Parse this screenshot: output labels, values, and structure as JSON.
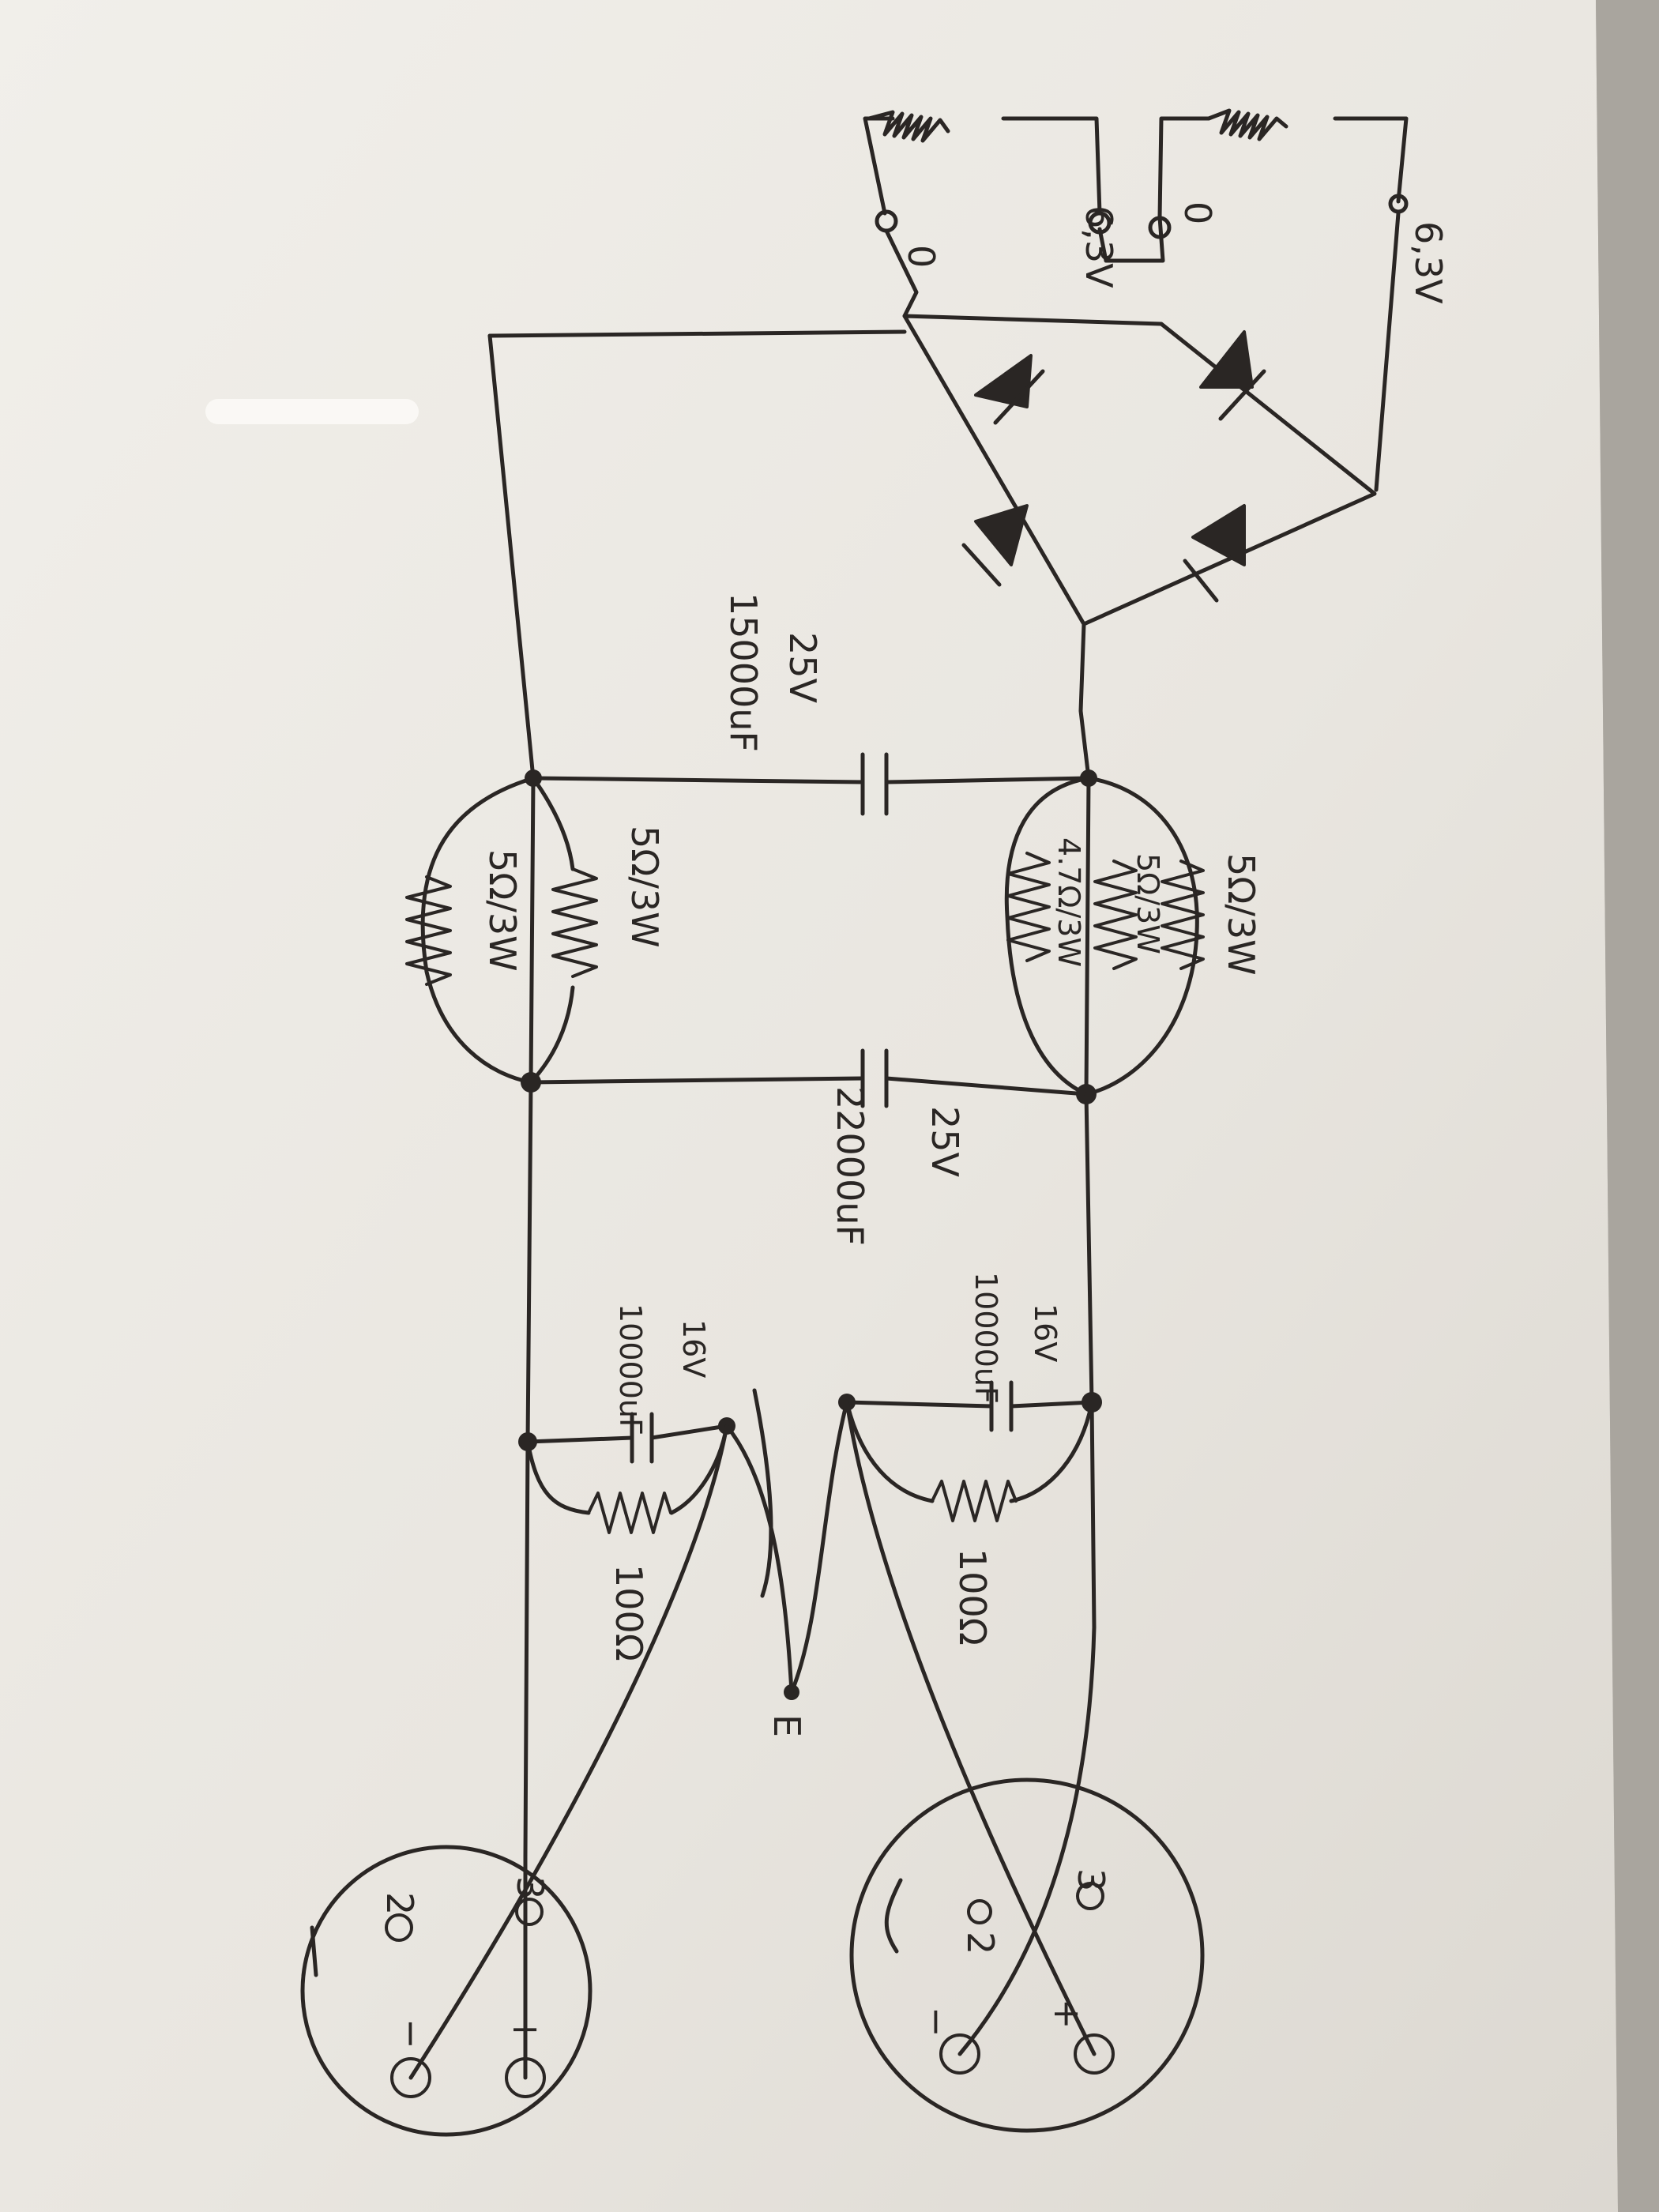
{
  "transformer": {
    "secondary_1_voltage": "6,3V",
    "secondary_2_voltage": "6,3V",
    "tap_mark_1": "0",
    "tap_mark_2": "0"
  },
  "filter": {
    "cap_1_voltage": "25V",
    "cap_1_value": "15000uF",
    "cap_2_voltage": "25V",
    "cap_2_value": "22000uF",
    "res_top_outer": "5Ω/3W",
    "res_top_inner": "5Ω/3W",
    "res_top_third": "4.7Ω/3W",
    "res_bottom_1": "5Ω/3W",
    "res_bottom_2": "5Ω/3W"
  },
  "output": {
    "cap_right_voltage": "16V",
    "cap_right_value": "10000uF",
    "cap_left_voltage": "16V",
    "cap_left_value": "10000uF",
    "res_right": "100Ω",
    "res_left": "100Ω",
    "earth_label": "E"
  },
  "connectors": {
    "right_plug": {
      "pin_top": "3",
      "pin_mid": "2",
      "pin_plus": "+",
      "pin_minus": "−"
    },
    "left_plug": {
      "pin_top": "3",
      "pin_mid": "2",
      "pin_plus": "+",
      "pin_minus": "−"
    }
  },
  "colors": {
    "paper": "#ece9e3",
    "ink": "#2a2624",
    "background": "#bdbab4"
  }
}
